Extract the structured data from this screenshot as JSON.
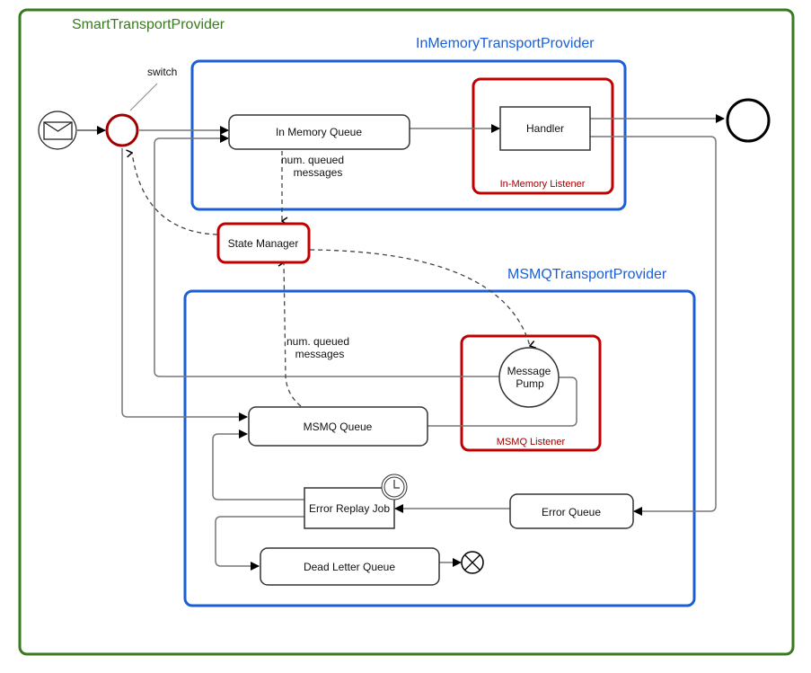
{
  "diagram": {
    "containers": {
      "smart": {
        "title": "SmartTransportProvider",
        "color": "#3a7a1e"
      },
      "inmemory": {
        "title": "InMemoryTransportProvider",
        "color": "#1a5fd6"
      },
      "msmq": {
        "title": "MSMQTransportProvider",
        "color": "#1a5fd6"
      },
      "inmemory_listener": {
        "title": "In-Memory Listener",
        "color": "#c00000"
      },
      "msmq_listener": {
        "title": "MSMQ Listener",
        "color": "#c00000"
      }
    },
    "nodes": {
      "start_event": {
        "icon": "envelope-icon"
      },
      "switch_gateway": {
        "label": "switch",
        "color": "#a00000"
      },
      "in_memory_queue": {
        "label": "In Memory Queue"
      },
      "handler": {
        "label": "Handler"
      },
      "end_event": {
        "label": ""
      },
      "state_manager": {
        "label": "State Manager",
        "color": "#c00000"
      },
      "message_pump": {
        "label_line1": "Message",
        "label_line2": "Pump"
      },
      "msmq_queue": {
        "label": "MSMQ Queue"
      },
      "error_replay_job": {
        "label": "Error Replay Job",
        "icon": "clock-icon"
      },
      "error_queue": {
        "label": "Error Queue"
      },
      "dead_letter_queue": {
        "label": "Dead Letter Queue"
      },
      "terminate_event": {
        "icon": "cancel-icon"
      }
    },
    "annotations": {
      "inmem_count_line1": "num. queued",
      "inmem_count_line2": "messages",
      "msmq_count_line1": "num. queued",
      "msmq_count_line2": "messages"
    }
  }
}
